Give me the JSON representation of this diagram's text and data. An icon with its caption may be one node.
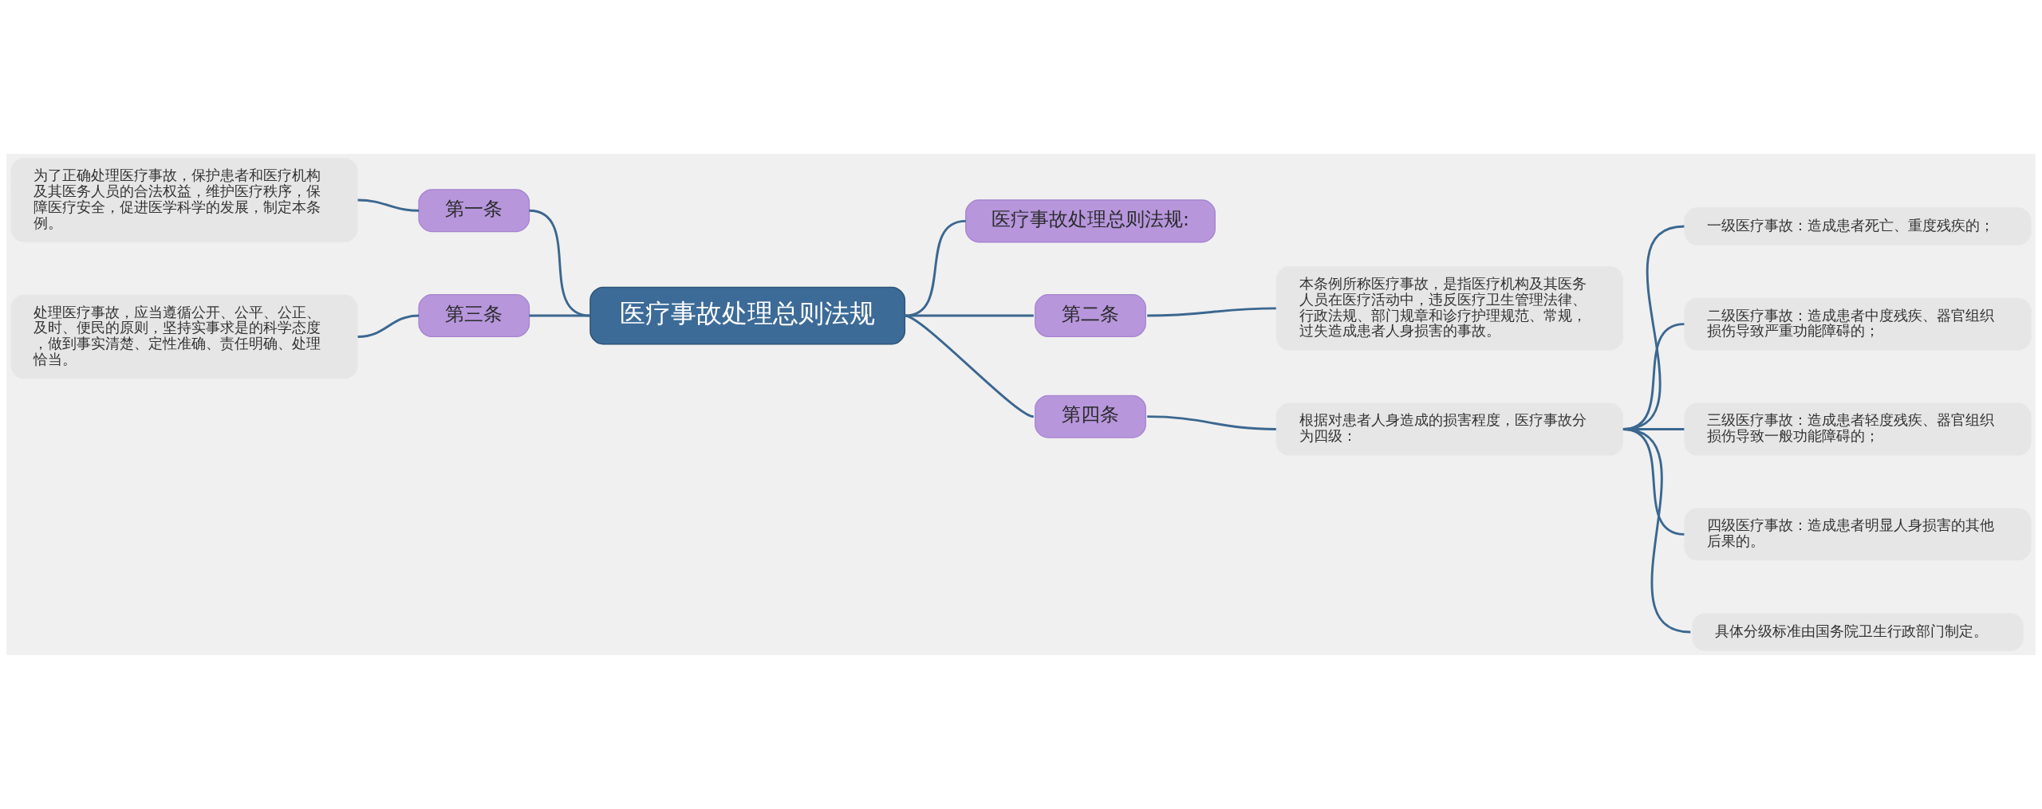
{
  "diagram": {
    "nodes": [
      {
        "text": [
          "医疗事故处理总则法规"
        ]
      },
      {
        "text": [
          "医疗事故处理总则法规:"
        ]
      },
      {
        "text": [
          "第二条"
        ]
      },
      {
        "text": [
          "本条例所称医疗事故，是指医疗机构及其医务人员在医疗活动中，违反医疗卫生管理法律、行政法规、部门规章和诊疗护理规范、常规，过失造成患者人身损害的事故。"
        ]
      },
      {
        "text": [
          "第四条"
        ]
      },
      {
        "text": [
          "根据对患者人身造成的损害程度，医疗事故分为四级："
        ]
      },
      {
        "text": [
          "一级医疗事故：造成患者死亡、重度残疾的；"
        ]
      },
      {
        "text": [
          "二级医疗事故：造成患者中度残疾、器官组织损伤导致严重功能障碍的；"
        ]
      },
      {
        "text": [
          "三级医疗事故：造成患者轻度残疾、器官组织损伤导致一般功能障碍的；"
        ]
      },
      {
        "text": [
          "四级医疗事故：造成患者明显人身损害的其他后果的。"
        ]
      },
      {
        "text": [
          "具体分级标准由国务院卫生行政部门制定。"
        ]
      },
      {
        "text": [
          "第一条"
        ]
      },
      {
        "text": [
          "为了正确处理医疗事故，保护患者和医疗机构及其医务人员的合法权益，维护医疗秩序，保障医疗安全，促进医学科学的发展，制定本条例。"
        ]
      },
      {
        "text": [
          "第三条"
        ]
      },
      {
        "text": [
          "处理医疗事故，应当遵循公开、公平、公正、及时、便民的原则，坚持实事求是的科学态度，做到事实清楚、定性准确、责任明确、处理恰当。"
        ]
      }
    ],
    "edges": [
      {
        "from": 0,
        "to": 1,
        "arrow": "none"
      },
      {
        "from": 0,
        "to": 2,
        "arrow": "none"
      },
      {
        "from": 2,
        "to": 3,
        "arrow": "none"
      },
      {
        "from": 0,
        "to": 4,
        "arrow": "none"
      },
      {
        "from": 4,
        "to": 5,
        "arrow": "none"
      },
      {
        "from": 5,
        "to": 6,
        "arrow": "none"
      },
      {
        "from": 5,
        "to": 7,
        "arrow": "none"
      },
      {
        "from": 5,
        "to": 8,
        "arrow": "none"
      },
      {
        "from": 5,
        "to": 9,
        "arrow": "none"
      },
      {
        "from": 5,
        "to": 10,
        "arrow": "none"
      },
      {
        "from": 0,
        "to": 11,
        "arrow": "none"
      },
      {
        "from": 11,
        "to": 12,
        "arrow": "none"
      },
      {
        "from": 0,
        "to": 13,
        "arrow": "none"
      },
      {
        "from": 13,
        "to": 14,
        "arrow": "none"
      }
    ]
  }
}
